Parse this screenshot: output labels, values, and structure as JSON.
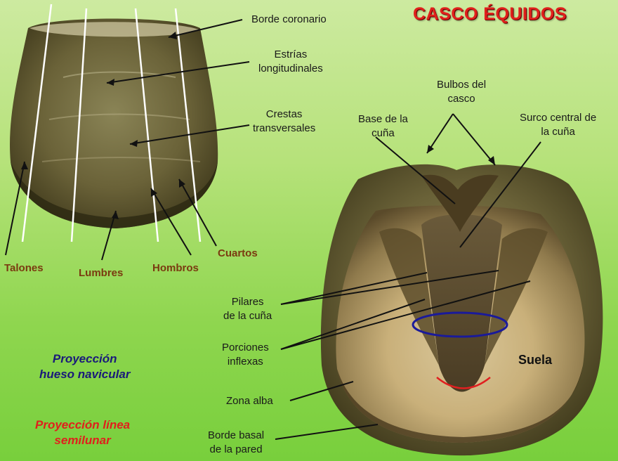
{
  "title": "CASCO ÉQUIDOS",
  "labels": {
    "borde_coronario": "Borde coronario",
    "estrias_1": "Estrías",
    "estrias_2": "longitudinales",
    "crestas_1": "Crestas",
    "crestas_2": "transversales",
    "talones": "Talones",
    "lumbres": "Lumbres",
    "hombros": "Hombros",
    "cuartos": "Cuartos",
    "bulbos_1": "Bulbos del",
    "bulbos_2": "casco",
    "base_1": "Base de la",
    "base_2": "cuña",
    "surco_1": "Surco central de",
    "surco_2": "la cuña",
    "pilares_1": "Pilares",
    "pilares_2": "de la cuña",
    "porciones_1": "Porciones",
    "porciones_2": "inflexas",
    "zona_alba": "Zona alba",
    "borde_basal_1": "Borde basal",
    "borde_basal_2": "de la pared",
    "suela": "Suela"
  },
  "legend": {
    "navicular_1": "Proyección",
    "navicular_2": "hueso navicular",
    "semilunar_1": "Proyección línea",
    "semilunar_2": "semilunar"
  },
  "colors": {
    "title": "#e0201c",
    "navicular": "#1a1a7a",
    "semilunar": "#e0201c",
    "part_labels": "#7a3a10"
  }
}
